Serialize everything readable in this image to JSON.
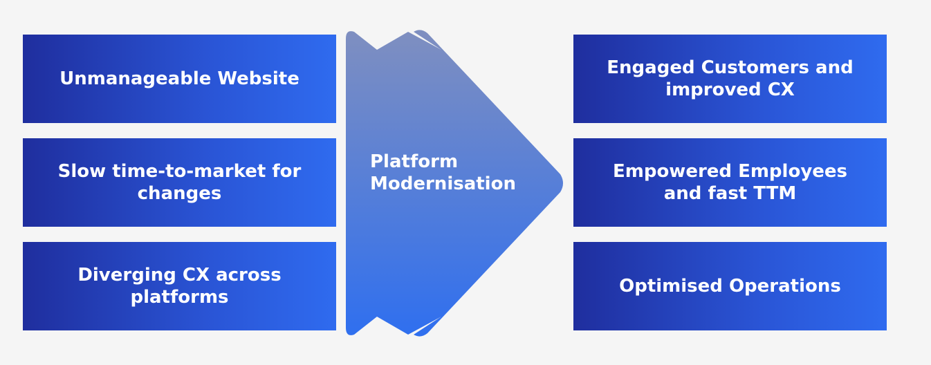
{
  "left_items": [
    {
      "label": "Unmanageable Website"
    },
    {
      "label": "Slow time-to-market for changes"
    },
    {
      "label": "Diverging CX across platforms"
    }
  ],
  "center": {
    "label": "Platform Modernisation"
  },
  "right_items": [
    {
      "label": "Engaged Customers and improved CX"
    },
    {
      "label": "Empowered Employees and fast TTM"
    },
    {
      "label": "Optimised Operations"
    }
  ],
  "colors": {
    "background": "#f5f5f5",
    "box_gradient_start": "#1f2e9e",
    "box_gradient_end": "#2f6bef",
    "arrow_top": "#7f8fc0",
    "arrow_bottom": "#2f6fef",
    "text": "#ffffff"
  }
}
